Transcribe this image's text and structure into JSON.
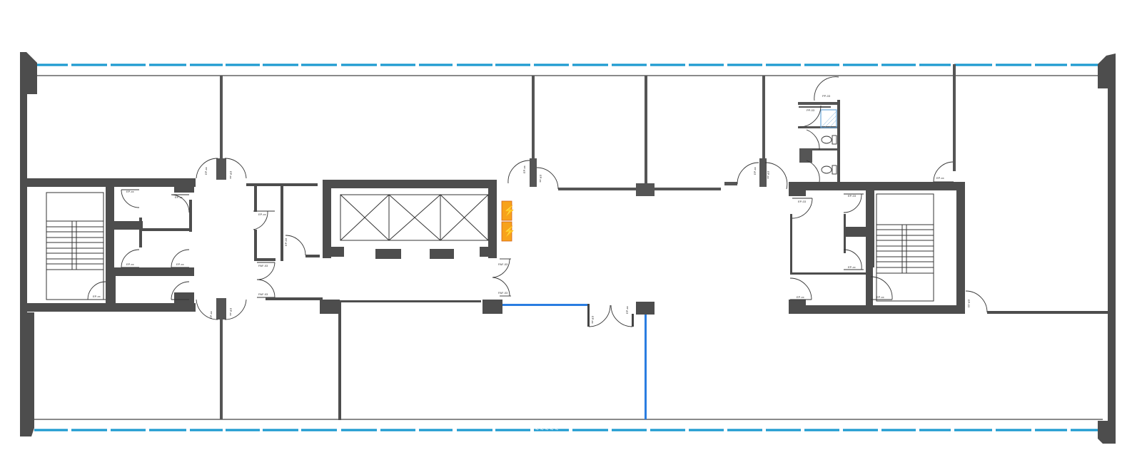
{
  "drawing": {
    "type": "architectural floor plan",
    "colors": {
      "wall": "#4d4d4d",
      "partition": "#555555",
      "thin_line": "#333333",
      "window": "#1e9bd0",
      "fire_line": "#2a7de1",
      "hazard_sign_fill": "#f7a21b",
      "hazard_sign_bolt": "#e2231a",
      "shower_tray": "#6aa6d8",
      "background": "#ffffff"
    },
    "watermark_text": "~ ~ ~ ~ ~"
  },
  "regions": {
    "stair_left": {
      "label": "stair-left"
    },
    "stair_right": {
      "label": "stair-right"
    },
    "elevator_core": {
      "label": "elevator-core",
      "cars": 3
    },
    "wc_block": {
      "label": "wc-block",
      "toilets": 2,
      "showers": 1
    }
  },
  "door_tags": {
    "left_core": [
      "EP-xx",
      "EP-xx",
      "EP-xx",
      "EP-xx",
      "EP-xx"
    ],
    "left_lobby": [
      "EP-xx",
      "EP-xx",
      "EP-xx",
      "EP-03",
      "PAF-03",
      "PAF-03",
      "EP-xx",
      "EP-xx"
    ],
    "elevator_lobby": [
      "PAF-03",
      "PAF-03"
    ],
    "center": [
      "EP-xx",
      "EP-xx",
      "EP-xx",
      "EP-xx"
    ],
    "shaft": [
      "EP-xx",
      "EP-xx"
    ],
    "wc": [
      "PP-03",
      "PP-03"
    ],
    "right_core": [
      "EP-xx",
      "EP-03",
      "EP-03",
      "EP-xx",
      "EP-xx",
      "EP-xx",
      "EP-03"
    ]
  },
  "signs": [
    {
      "name": "electrical-hazard-sign",
      "glyph": "⚡"
    },
    {
      "name": "electrical-hazard-sign",
      "glyph": "⚡"
    }
  ]
}
